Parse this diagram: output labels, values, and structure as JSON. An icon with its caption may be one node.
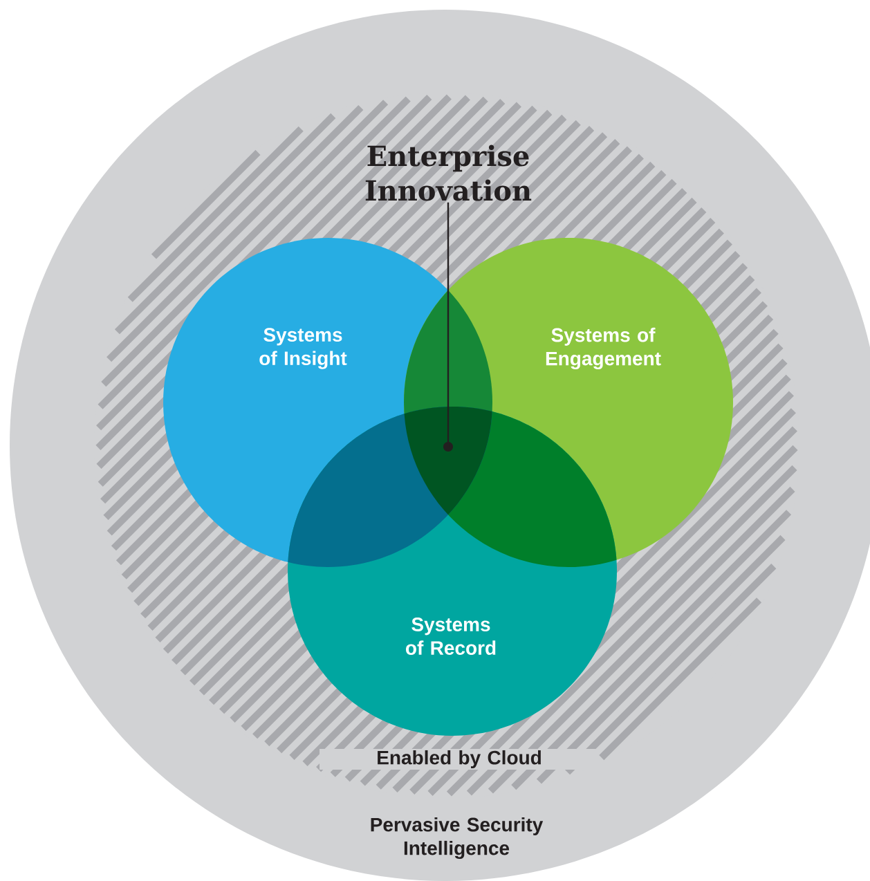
{
  "diagram": {
    "nodes": [
      {
        "text": [
          "Pervasive Security Intelligence"
        ]
      },
      {
        "text": [
          "Enabled by Cloud"
        ],
        "in": 0
      },
      {
        "text": [
          "Systems of Insight"
        ],
        "in": 1
      },
      {
        "text": [
          "Systems of Engagement"
        ],
        "in": 1
      },
      {
        "text": [
          "Systems of Record"
        ],
        "in": 1
      },
      {
        "text": [
          "Enterprise Innovation"
        ],
        "in": 1
      },
      {
        "text": [],
        "shape": "circle"
      }
    ],
    "edges": [
      {
        "from": 5,
        "to": 6,
        "arrow": "none"
      }
    ]
  }
}
